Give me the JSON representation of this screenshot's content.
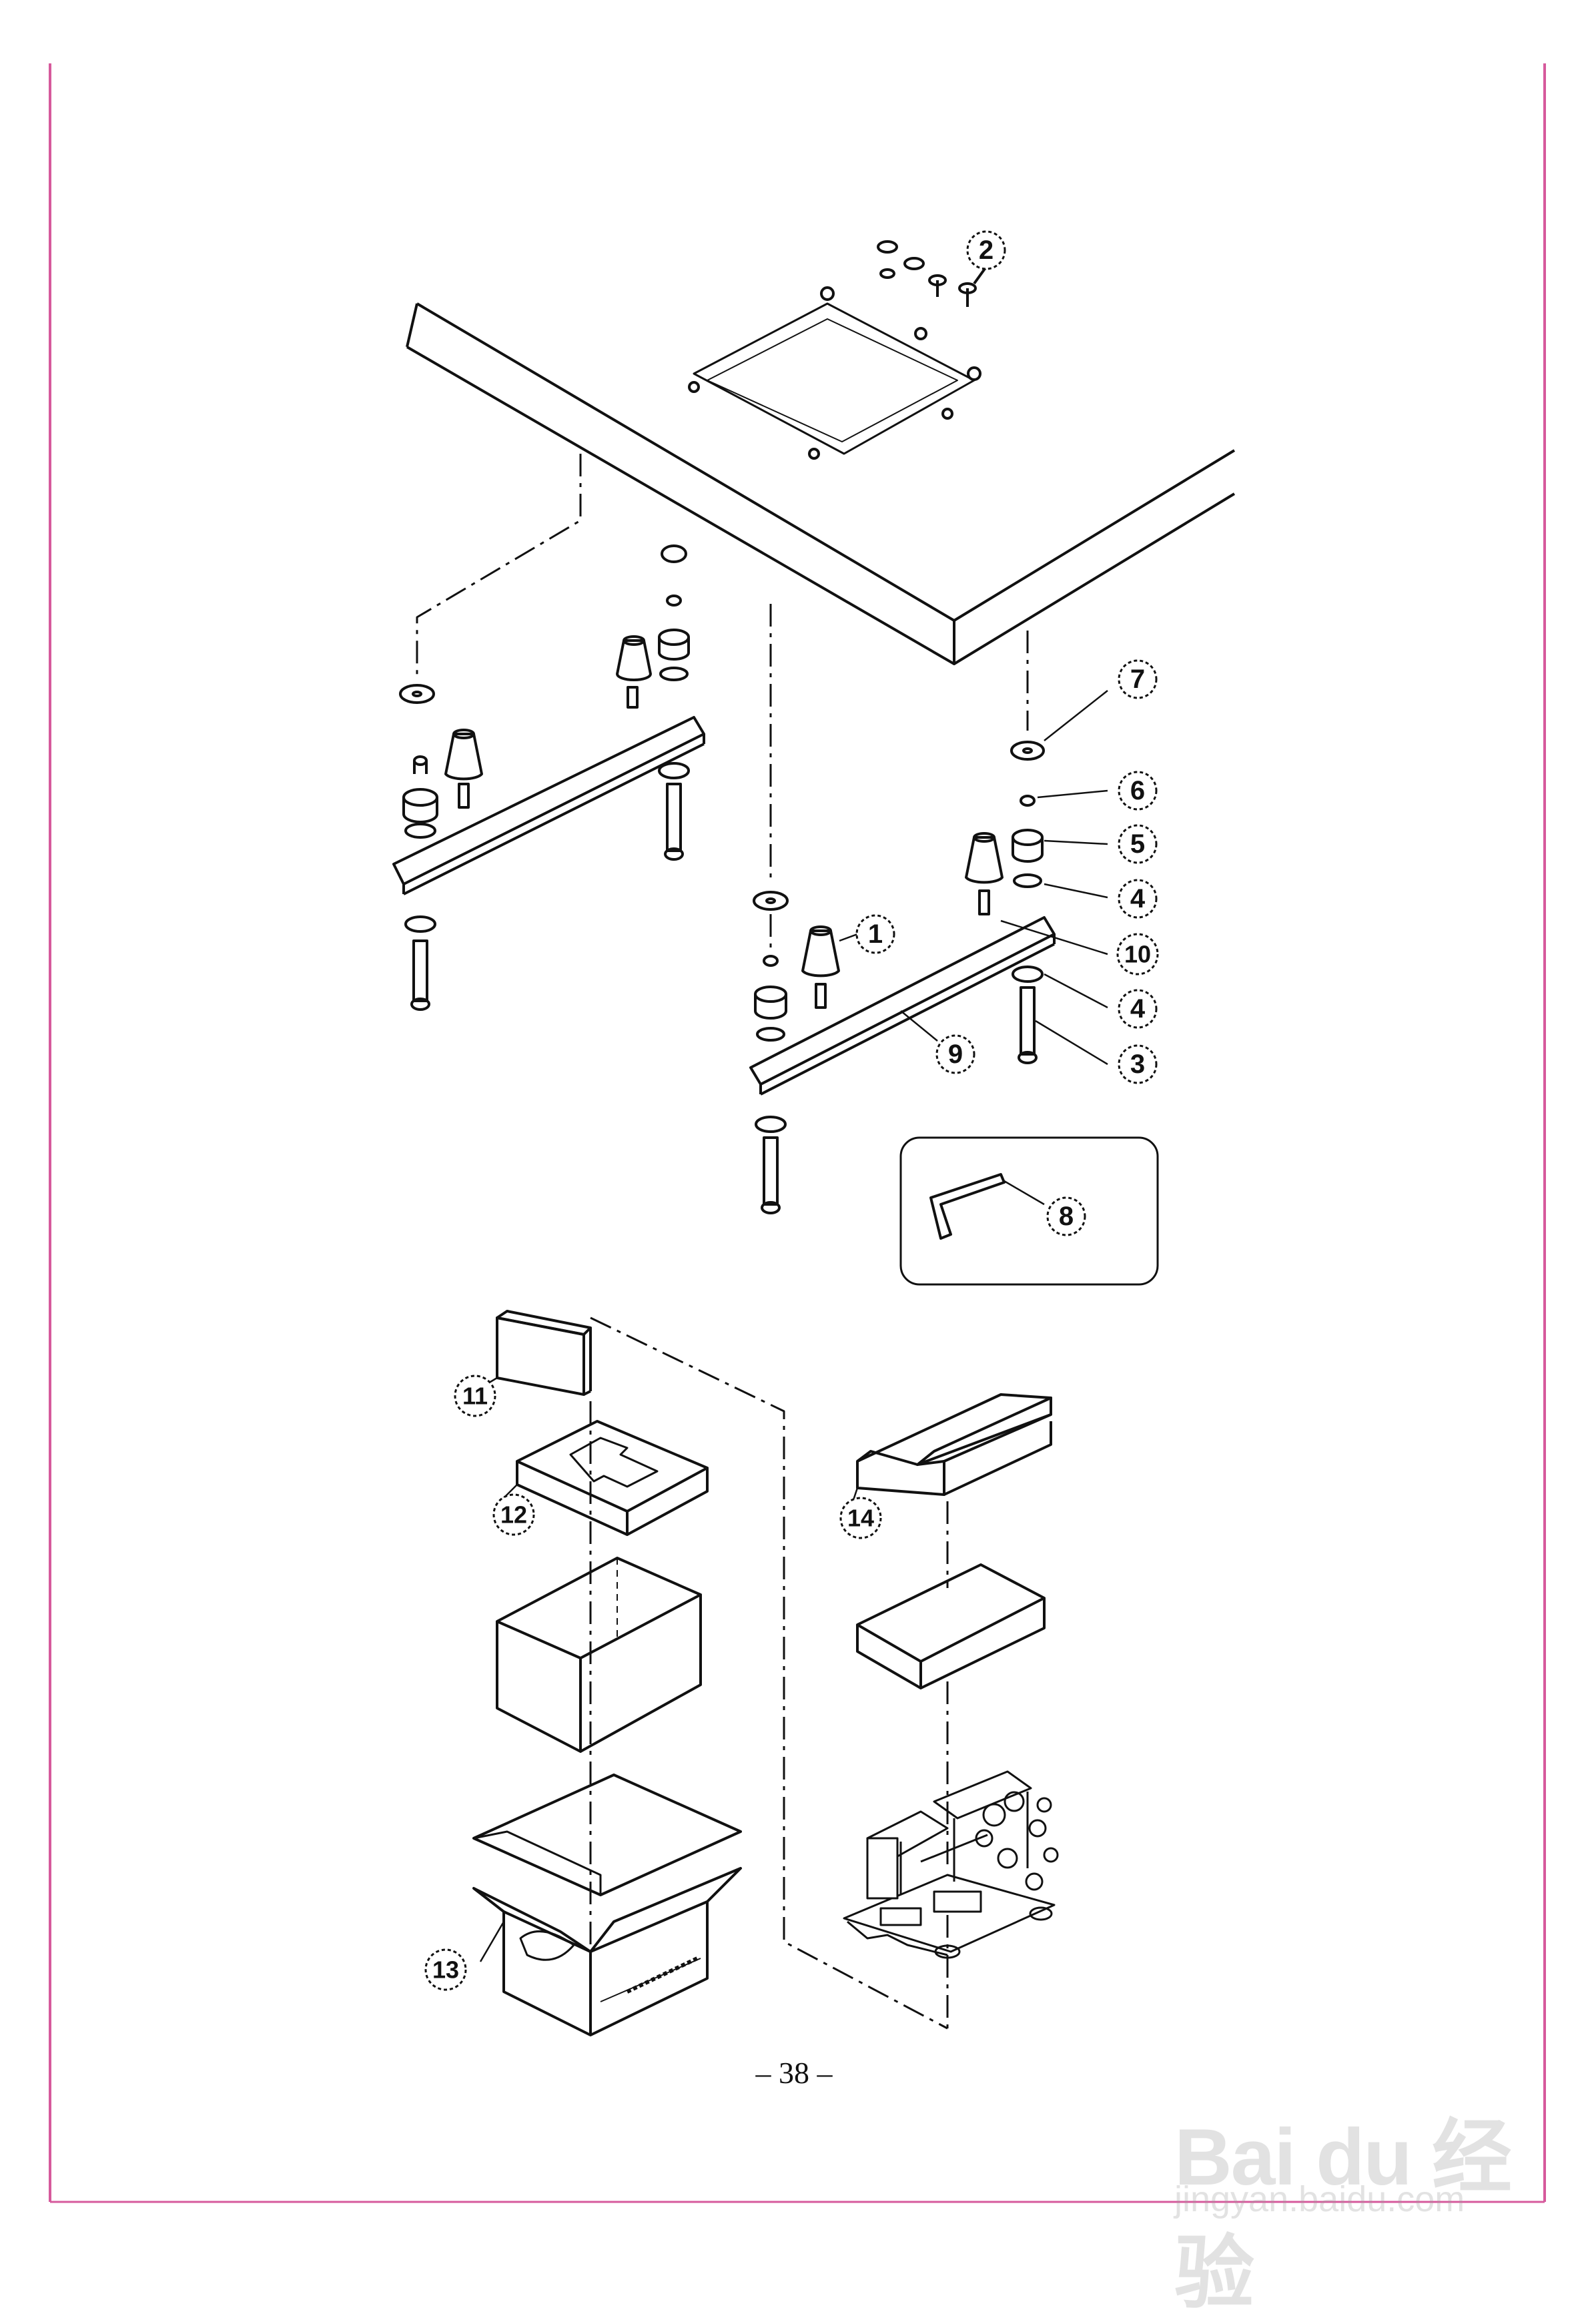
{
  "callouts": [
    "1",
    "2",
    "3",
    "4",
    "4",
    "5",
    "6",
    "7",
    "8",
    "9",
    "10",
    "11",
    "12",
    "13",
    "14"
  ],
  "page_number": "– 38 –",
  "watermark": {
    "brand": "Bai du 经验",
    "url": "jingyan.baidu.com"
  },
  "colors": {
    "margin_line": "#d65a9c",
    "ink": "#111111"
  }
}
